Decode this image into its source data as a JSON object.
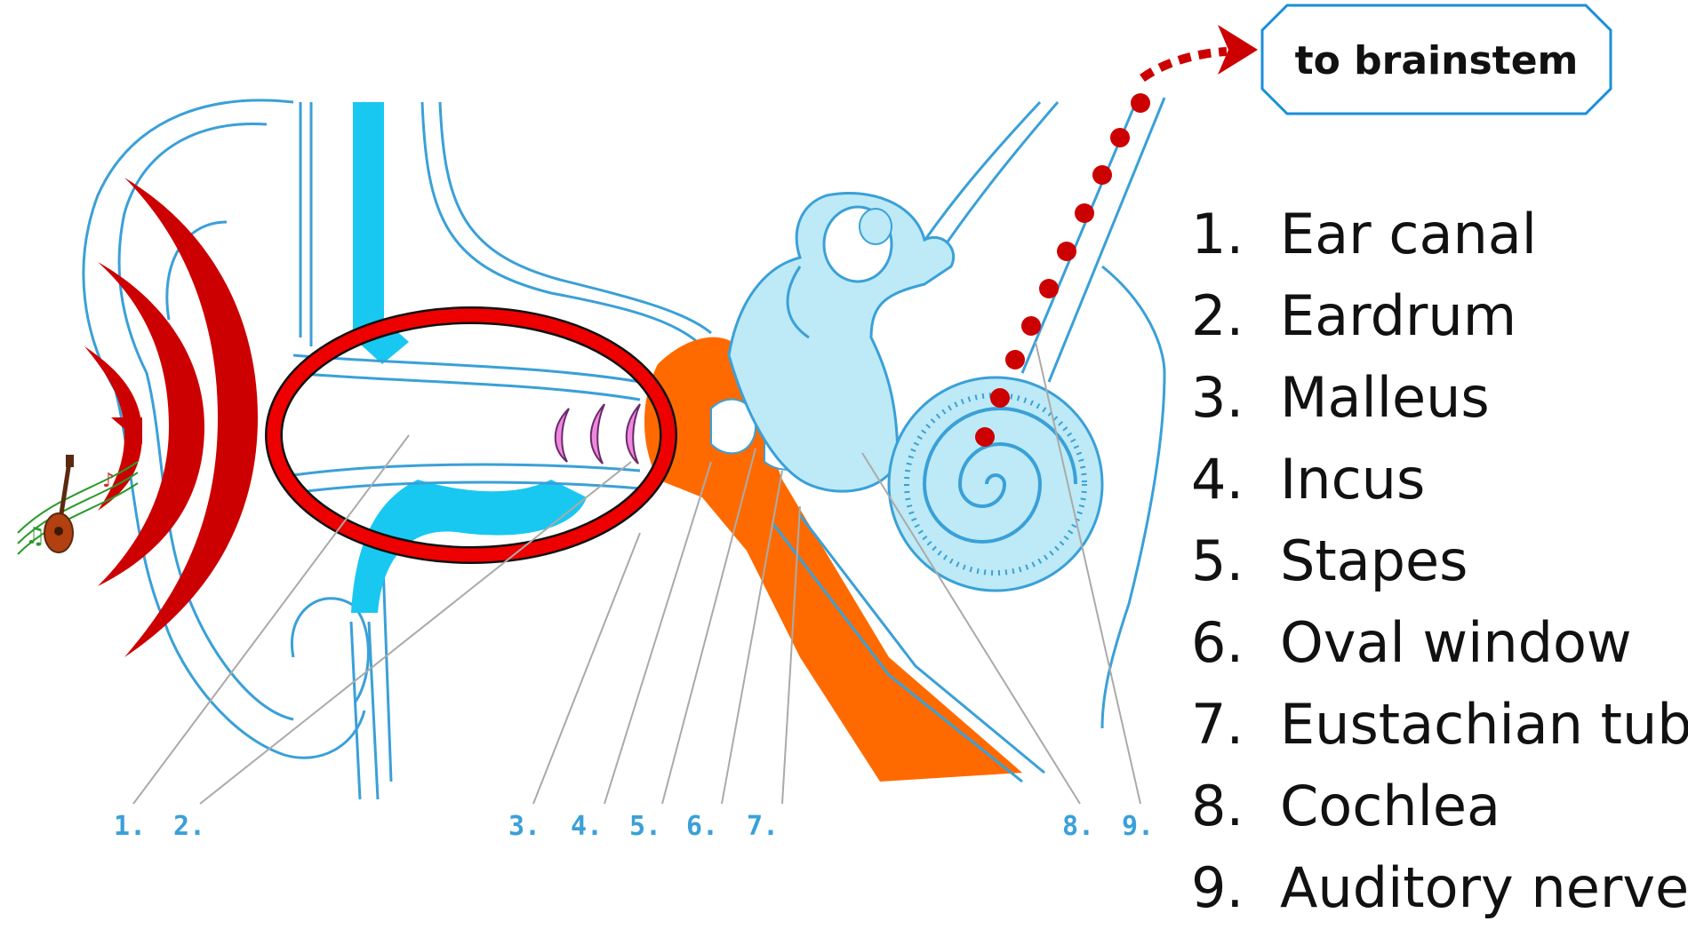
{
  "brainstem_label": "to brainstem",
  "part_numbers": [
    "1.",
    "2.",
    "3.",
    "4.",
    "5.",
    "6.",
    "7.",
    "8.",
    "9."
  ],
  "legend": [
    {
      "num": "1.",
      "label": "Ear canal"
    },
    {
      "num": "2.",
      "label": "Eardrum"
    },
    {
      "num": "3.",
      "label": "Malleus"
    },
    {
      "num": "4.",
      "label": "Incus"
    },
    {
      "num": "5.",
      "label": "Stapes"
    },
    {
      "num": "6.",
      "label": "Oval window"
    },
    {
      "num": "7.",
      "label": "Eustachian tube"
    },
    {
      "num": "8.",
      "label": "Cochlea"
    },
    {
      "num": "9.",
      "label": "Auditory nerve"
    }
  ],
  "colors": {
    "outline": "#3aa0d8",
    "fluid_blue": "#18c8f0",
    "inner_ear_fill": "#bdeaf6",
    "bone_orange": "#ff6a00",
    "sound_wave_red": "#cc0000",
    "highlight_ring": "#ee0000",
    "vibration_pink": "#ee88dd",
    "label_blue": "#3aa0d8"
  }
}
